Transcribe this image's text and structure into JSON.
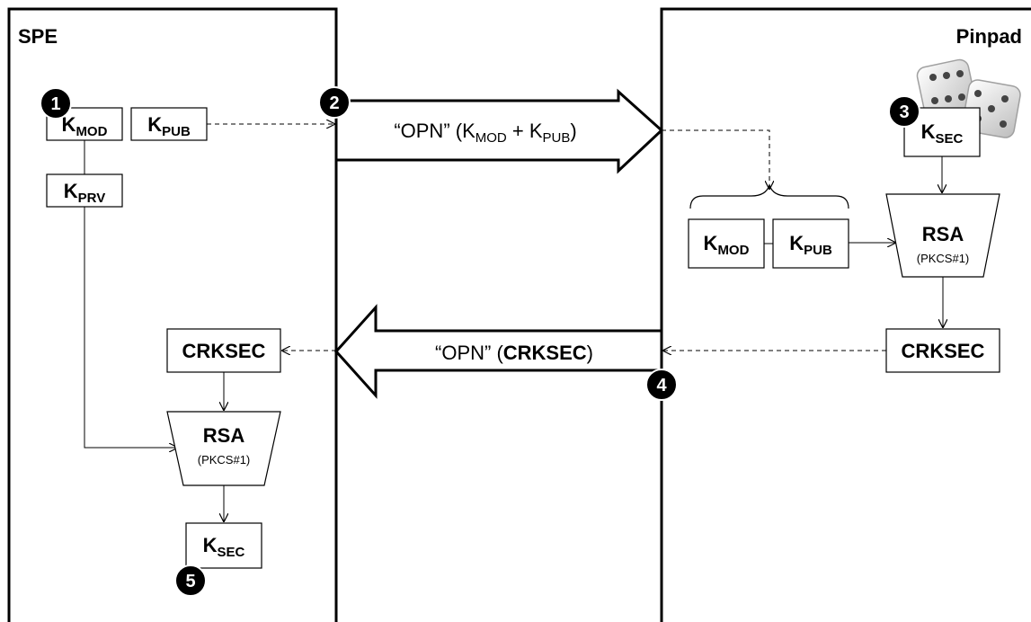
{
  "panels": {
    "left_title": "SPE",
    "right_title": "Pinpad"
  },
  "steps": [
    "1",
    "2",
    "3",
    "4",
    "5"
  ],
  "spe": {
    "k_mod": {
      "base": "K",
      "sub": "MOD"
    },
    "k_pub": {
      "base": "K",
      "sub": "PUB"
    },
    "k_prv": {
      "base": "K",
      "sub": "PRV"
    },
    "crksec": "CRKSEC",
    "rsa": {
      "label": "RSA",
      "sub": "(PKCS#1)"
    },
    "k_sec": {
      "base": "K",
      "sub": "SEC"
    }
  },
  "pinpad": {
    "k_sec": {
      "base": "K",
      "sub": "SEC"
    },
    "k_mod": {
      "base": "K",
      "sub": "MOD"
    },
    "k_pub": {
      "base": "K",
      "sub": "PUB"
    },
    "rsa": {
      "label": "RSA",
      "sub": "(PKCS#1)"
    },
    "crksec": "CRKSEC"
  },
  "messages": {
    "request": {
      "open": "“OPN” (K",
      "sub1": "MOD",
      "mid": " + K",
      "sub2": "PUB",
      "close": ")"
    },
    "response": {
      "open": "“OPN” (",
      "bold": "CRKSEC",
      "close": ")"
    }
  },
  "colors": {
    "stroke": "#000000",
    "badge": "#000000",
    "dice": "#d9d9d9"
  }
}
